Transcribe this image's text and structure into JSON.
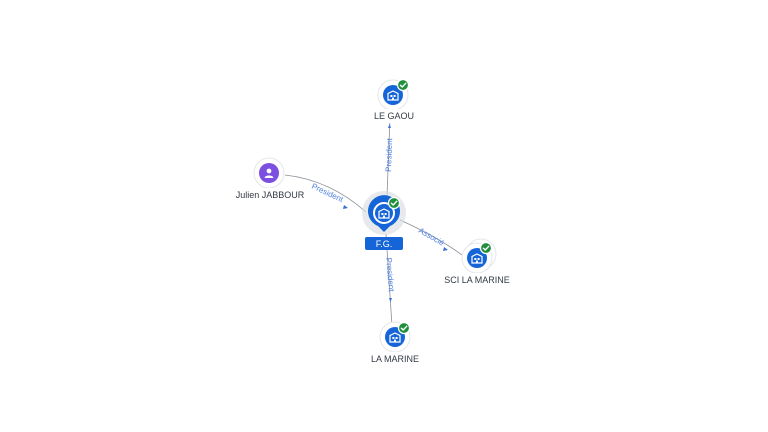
{
  "center": {
    "label": "F.G.",
    "icon": "building-icon",
    "verified": true
  },
  "nodes": [
    {
      "id": "legaou",
      "label": "LE GAOU",
      "type": "company",
      "icon": "building-icon",
      "verified": true
    },
    {
      "id": "julien",
      "label": "Julien JABBOUR",
      "type": "person",
      "icon": "person-icon",
      "verified": false
    },
    {
      "id": "sci",
      "label": "SCI LA MARINE",
      "type": "company",
      "icon": "building-icon",
      "verified": true
    },
    {
      "id": "lamarine",
      "label": "LA MARINE",
      "type": "company",
      "icon": "building-icon",
      "verified": true
    }
  ],
  "edges": [
    {
      "from": "center",
      "to": "legaou",
      "label": "President"
    },
    {
      "from": "julien",
      "to": "center",
      "label": "President"
    },
    {
      "from": "center",
      "to": "sci",
      "label": "Associé"
    },
    {
      "from": "center",
      "to": "lamarine",
      "label": "President"
    }
  ],
  "colors": {
    "company": "#1565d8",
    "person": "#7b4fe0",
    "verified": "#1f8f3c",
    "edge_label": "#4d7fe0"
  }
}
